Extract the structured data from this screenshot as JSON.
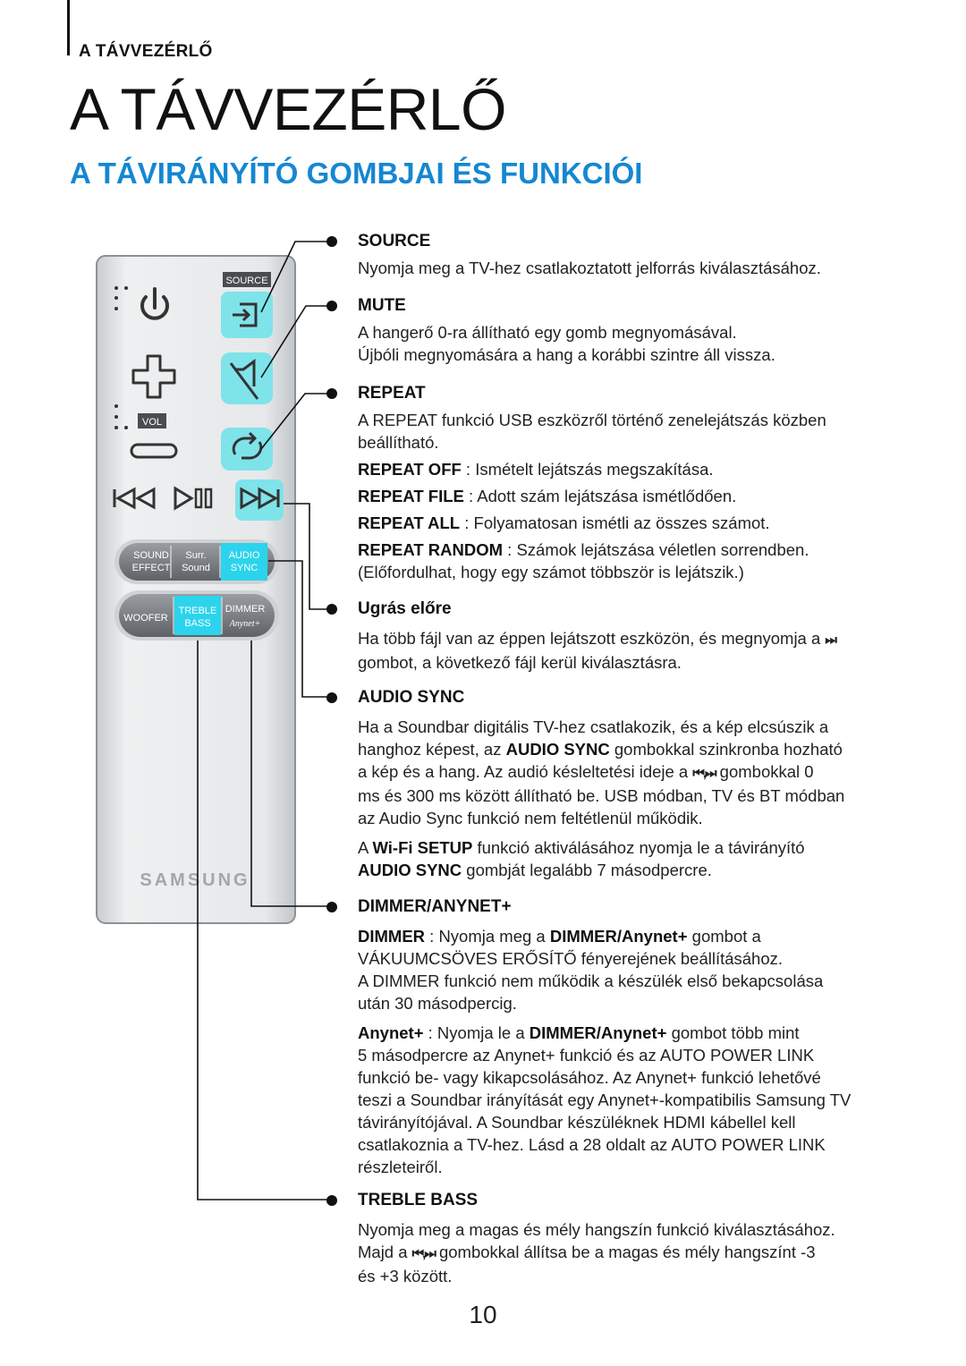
{
  "header": {
    "running_head": "A TÁVVEZÉRLŐ"
  },
  "page": {
    "title": "A TÁVVEZÉRLŐ",
    "section_title": "A TÁVIRÁNYÍTÓ GOMBJAI ÉS FUNKCIÓI",
    "number": "10"
  },
  "remote": {
    "source_label": "SOURCE",
    "vol_label": "VOL",
    "sound_label": "SOUND",
    "effect_label": "EFFECT",
    "surr_label": "Surr.",
    "surr_sound_label": "Sound",
    "audio_label": "AUDIO",
    "sync_label": "SYNC",
    "woofer_label": "WOOFER",
    "treble_label": "TREBLE",
    "bass_label": "BASS",
    "dimmer_label": "DIMMER",
    "anynet_label": "Anynet+",
    "brand": "SAMSUNG",
    "colors": {
      "highlight": "#7fe3ea",
      "body": "#e2e5e7",
      "accent": "#1587d2"
    }
  },
  "sections": {
    "source": {
      "heading": "SOURCE",
      "text": "Nyomja meg a TV-hez csatlakoztatott jelforrás kiválasztásához."
    },
    "mute": {
      "heading": "MUTE",
      "line1": "A hangerő 0-ra állítható egy gomb megnyomásával.",
      "line2": "Újbóli megnyomására a hang a korábbi szintre áll vissza."
    },
    "repeat": {
      "heading": "REPEAT",
      "line1": "A REPEAT funkció USB eszközről történő zenelejátszás közben",
      "line2": "beállítható.",
      "off_label": "REPEAT OFF",
      "off_text": " : Ismételt lejátszás megszakítása.",
      "file_label": "REPEAT FILE",
      "file_text": " : Adott szám lejátszása ismétlődően.",
      "all_label": "REPEAT ALL",
      "all_text": " : Folyamatosan ismétli az összes számot.",
      "random_label": "REPEAT RANDOM",
      "random_text": " : Számok lejátszása véletlen sorrendben.",
      "note": "(Előfordulhat, hogy egy számot többször is lejátszik.)"
    },
    "skip": {
      "heading": "Ugrás előre",
      "line1": "Ha több fájl van az éppen lejátszott eszközön, és megnyomja a",
      "line1_icon": "⏭",
      "line2": "gombot, a következő fájl kerül kiválasztásra."
    },
    "audio_sync": {
      "heading": "AUDIO SYNC",
      "l1": "Ha a Soundbar digitális TV-hez csatlakozik, és  a kép elcsúszik a",
      "l2a": "hanghoz képest, az ",
      "l2b": "AUDIO SYNC",
      "l2c": " gombokkal szinkronba hozható",
      "l3a": "a kép és a hang. Az audió késleltetési ideje a ",
      "l3_icons": "⏮,⏭",
      "l3b": " gombokkal 0",
      "l4": "ms és 300 ms között állítható be. USB módban, TV és BT módban",
      "l5": "az Audio Sync funkció nem feltétlenül működik.",
      "w1a": "A ",
      "w1b": "Wi-Fi SETUP",
      "w1c": " funkció aktiválásához nyomja le a távirányító",
      "w2a": "AUDIO SYNC",
      "w2b": " gombját legalább 7 másodpercre."
    },
    "dimmer": {
      "heading": "DIMMER/ANYNET+",
      "d1a": "DIMMER",
      "d1b": " : Nyomja meg a ",
      "d1c": "DIMMER/Anynet+",
      "d1d": " gombot a",
      "d2": "VÁKUUMCSÖVES ERŐSÍTŐ fényerejének beállításához.",
      "d3": "A DIMMER funkció nem működik a készülék első bekapcsolása",
      "d4": "után 30 másodpercig.",
      "a1a": "Anynet+",
      "a1b": " : Nyomja le a ",
      "a1c": "DIMMER/Anynet+",
      "a1d": " gombot több mint",
      "a2": "5 másodpercre az Anynet+ funkció és az AUTO POWER LINK",
      "a3": "funkció be- vagy kikapcsolásához. Az Anynet+ funkció lehetővé",
      "a4": "teszi a Soundbar irányítását egy Anynet+-kompatibilis Samsung TV",
      "a5": "távirányítójával. A Soundbar készüléknek HDMI kábellel kell",
      "a6": "csatlakoznia a TV-hez. Lásd a 28 oldalt az AUTO POWER LINK",
      "a7": "részleteiről."
    },
    "treble": {
      "heading": "TREBLE BASS",
      "l1": "Nyomja meg a magas és mély hangszín funkció kiválasztásához.",
      "l2a": "Majd a ",
      "l2_icons": "⏮,⏭",
      "l2b": " gombokkal állítsa be a magas és mély hangszínt -3",
      "l3": "és +3 között."
    }
  }
}
